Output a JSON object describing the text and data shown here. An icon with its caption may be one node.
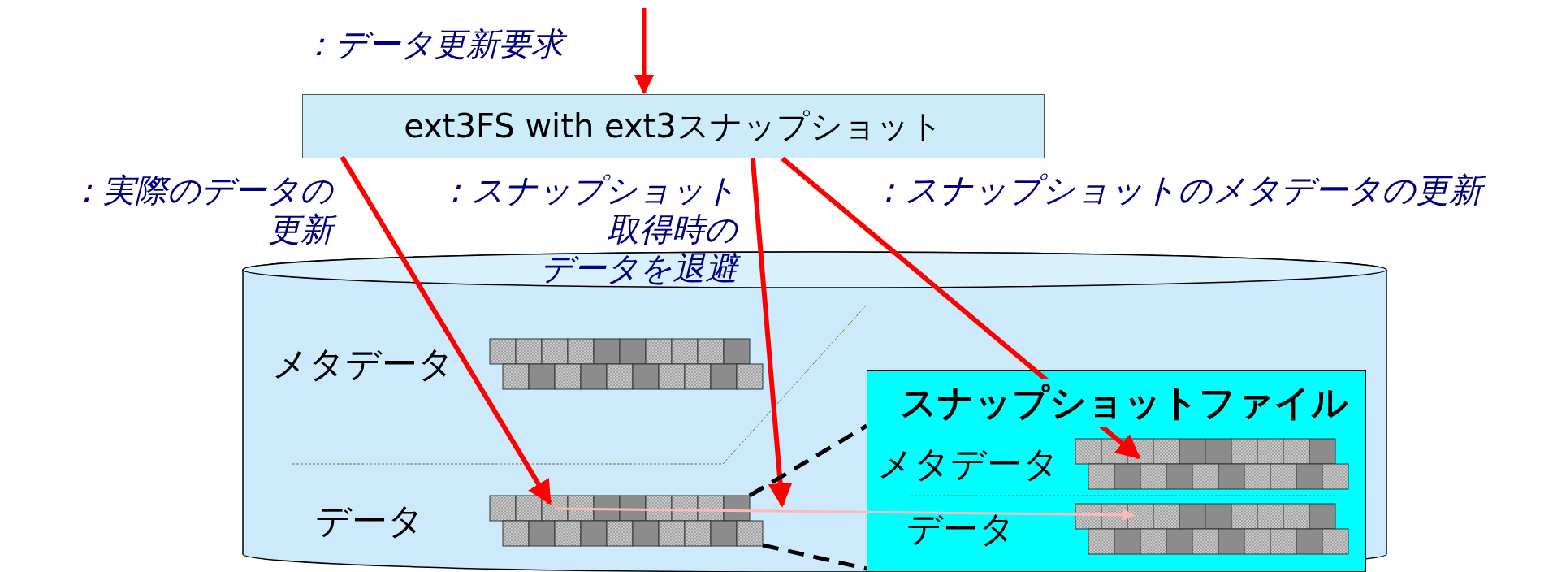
{
  "diagram": {
    "nodes": [
      {
        "text": [
          "ext3FS with ext3スナップショット"
        ]
      },
      {
        "text": [],
        "shape": "cylinder"
      },
      {
        "text": [],
        "shape": "bar",
        "in": 1,
        "beside": [
          "メタデータ"
        ]
      },
      {
        "text": [],
        "shape": "bar",
        "in": 1,
        "beside": [
          "データ"
        ]
      },
      {
        "text": [
          "スナップショットファイル"
        ],
        "in": 1
      },
      {
        "text": [],
        "shape": "bar",
        "in": 4,
        "beside": [
          "メタデータ"
        ]
      },
      {
        "text": [],
        "shape": "bar",
        "in": 4,
        "beside": [
          "データ"
        ]
      }
    ],
    "edges": [
      {
        "from": null,
        "to": 0,
        "arrow": "to",
        "label": "：データ更新要求"
      },
      {
        "from": 0,
        "to": 3,
        "arrow": "to",
        "label": "：実際のデータの更新"
      },
      {
        "from": 0,
        "to": 3,
        "arrow": "to",
        "label": "：スナップショット取得時のデータを退避"
      },
      {
        "from": 0,
        "to": 5,
        "arrow": "to",
        "label": "：スナップショットのメタデータの更新"
      },
      {
        "from": 3,
        "to": 6,
        "arrow": "to",
        "color": "#ffb8b8"
      },
      {
        "from": 3,
        "to": 4,
        "arrow": "none",
        "style": "dashed",
        "color": "#000000"
      }
    ]
  }
}
